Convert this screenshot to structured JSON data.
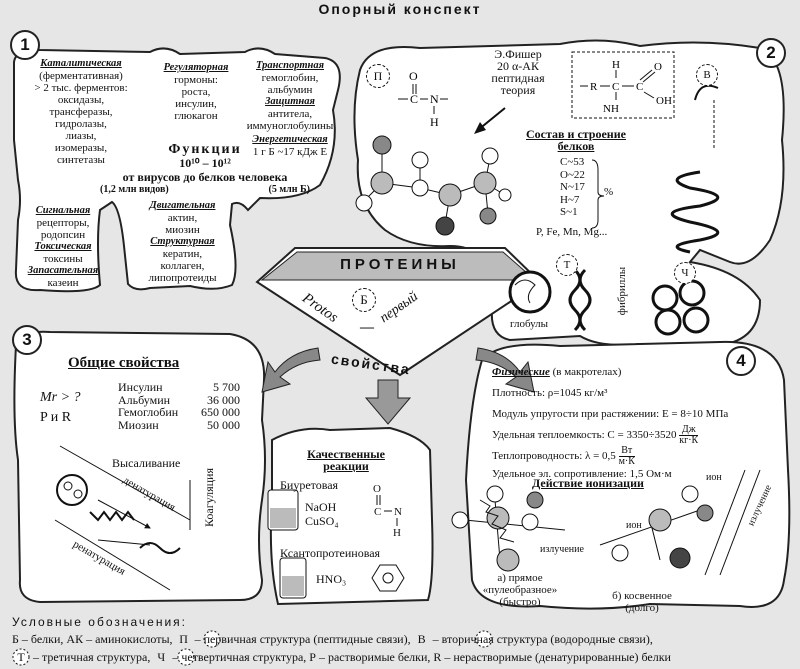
{
  "title": "Опорный конспект",
  "sections": {
    "n1": "1",
    "n2": "2",
    "n3": "3",
    "n4": "4"
  },
  "funcs": {
    "catalytic": {
      "title": "Каталитическая",
      "lines": [
        "(ферментативная)",
        "> 2 тыс. ферментов:",
        "оксидазы,",
        "трансферазы,",
        "гидролазы,",
        "лиазы,",
        "изомеразы,",
        "синтетазы"
      ]
    },
    "regulatory": {
      "title": "Регуляторная",
      "lines": [
        "гормоны:",
        "роста,",
        "инсулин,",
        "глюкагон"
      ]
    },
    "transport": {
      "title": "Транспортная",
      "lines": [
        "гемоглобин,",
        "альбумин"
      ]
    },
    "protective": {
      "title": "Защитная",
      "lines": [
        "антитела,",
        "иммуноглобулины"
      ]
    },
    "energy": {
      "title": "Энергетическая",
      "line": "1 г Б ~17 кДж E"
    },
    "center": {
      "title": "Функции",
      "range": "10¹⁰ – 10¹²",
      "from": "от вирусов  до  белков человека",
      "left": "(1,2 млн видов)",
      "right": "(5 млн Б)"
    },
    "signal": {
      "title": "Сигнальная",
      "lines": [
        "рецепторы,",
        "родопсин"
      ]
    },
    "toxic": {
      "title": "Токсическая",
      "lines": [
        "токсины"
      ]
    },
    "storage": {
      "title": "Запасательная",
      "lines": [
        "казеин"
      ]
    },
    "motor": {
      "title": "Двигательная",
      "lines": [
        "актин,",
        "миозин"
      ]
    },
    "structural": {
      "title": "Структурная",
      "lines": [
        "кератин,",
        "коллаген,",
        "липопротеиды"
      ]
    }
  },
  "center": {
    "proteins": "ПРОТЕИНЫ",
    "protos": "Protos",
    "dash": "—",
    "first": "первый",
    "b": "Б",
    "properties": "свойства"
  },
  "structure": {
    "fischer": [
      "Э.Фишер",
      "20 α-АК",
      "пептидная",
      "теория"
    ],
    "composition_title": [
      "Состав  и строение",
      "белков"
    ],
    "elements": [
      "C~53",
      "O~22",
      "N~17",
      "H~7",
      "S~1"
    ],
    "percent": "%",
    "extra": "P, Fe, Mn, Mg...",
    "p": "П",
    "v": "В",
    "t": "Т",
    "ch": "Ч",
    "globules": "глобулы",
    "fibrils": "фибриллы"
  },
  "general": {
    "title": "Общие свойства",
    "mr": "Mr > ?",
    "prr": "P и R",
    "rows": [
      {
        "name": "Инсулин",
        "value": "5 700"
      },
      {
        "name": "Альбумин",
        "value": "36 000"
      },
      {
        "name": "Гемоглобин",
        "value": "650 000"
      },
      {
        "name": "Миозин",
        "value": "50 000"
      }
    ],
    "salting": "Высаливание",
    "denat": "денатурация",
    "renat": "ренатурация",
    "coag": "Коагуляция"
  },
  "quality": {
    "title": [
      "Качественные",
      "реакции"
    ],
    "biuret": "Биуретовая",
    "reagents": [
      "NaOH",
      "CuSO₄"
    ],
    "xanth": "Ксантопротеиновая",
    "hno3": "HNO₃"
  },
  "physical": {
    "title": "Физические",
    "title_rest": "(в макротелах)",
    "lines": [
      "Плотность: ρ=1045 кг/м³",
      "Модуль упругости при растяжении: E = 8÷10 МПа",
      "Удельная теплоемкость: C = 3350÷3520",
      "Теплопроводность: λ = 0,5",
      "Удельное эл. сопротивление: 1,5 Ом·м"
    ],
    "units": [
      "Дж",
      "кг·К",
      "Вт",
      "м·К"
    ],
    "ion_title": "Действие ионизации",
    "direct": [
      "а) прямое",
      "«пулеобразное»",
      "(быстро)"
    ],
    "indirect": [
      "б) косвенное",
      "(долго)"
    ],
    "rad": "излучение",
    "ion": "ион"
  },
  "legend": {
    "title": "Условные обозначения:",
    "l1a": "Б – белки, АК – аминокислоты,",
    "l1b": "– первичная структура (пептидные связи),",
    "l1c": "– вторичная структура (водородные связи),",
    "l2a": "– третичная структура,",
    "l2b": "– четвертичная структура, Р – растворимые белки, R – нерастворимые (денатурированные) белки",
    "p": "П",
    "v": "В",
    "t": "Т",
    "ch": "Ч"
  },
  "colors": {
    "panel": "#ffffff",
    "bg": "#e6e6e6",
    "ink": "#111111"
  }
}
